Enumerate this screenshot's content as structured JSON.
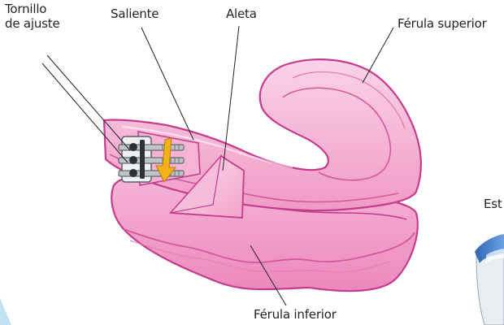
{
  "labels": {
    "adjust_screw": "Tornillo\nde ajuste",
    "protrusion": "Saliente",
    "fin": "Aleta",
    "upper_splint": "Férula superior",
    "lower_splint": "Férula inferior",
    "partial_text": "Est"
  },
  "colors": {
    "splint_fill": "#f4a9cf",
    "splint_light": "#fbd3e8",
    "splint_mid": "#ee8fc0",
    "splint_outline": "#c43d8c",
    "splint_shadow": "#dc6fab",
    "metal_light": "#dfe2e5",
    "metal_dark": "#6b6f74",
    "arrow": "#f2b21a",
    "leader_line": "#231f20",
    "case_blue": "#3f7fcf"
  },
  "icons": {
    "direction_arrow": "arrow-down-icon"
  }
}
